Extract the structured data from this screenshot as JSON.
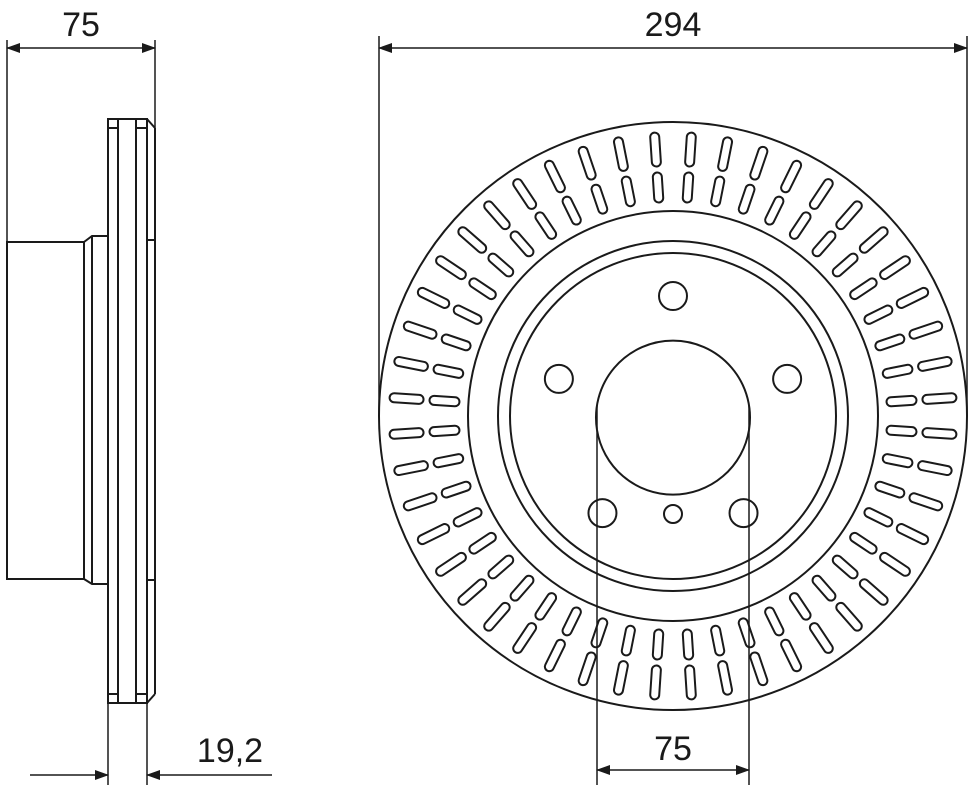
{
  "dimensions": {
    "hub_height": "75",
    "outer_diameter": "294",
    "thickness": "19,2",
    "center_bore": "75"
  },
  "disc": {
    "vent_count": 48,
    "bolt_holes": 5
  },
  "colors": {
    "line": "#1a1a1a",
    "background": "#ffffff"
  }
}
